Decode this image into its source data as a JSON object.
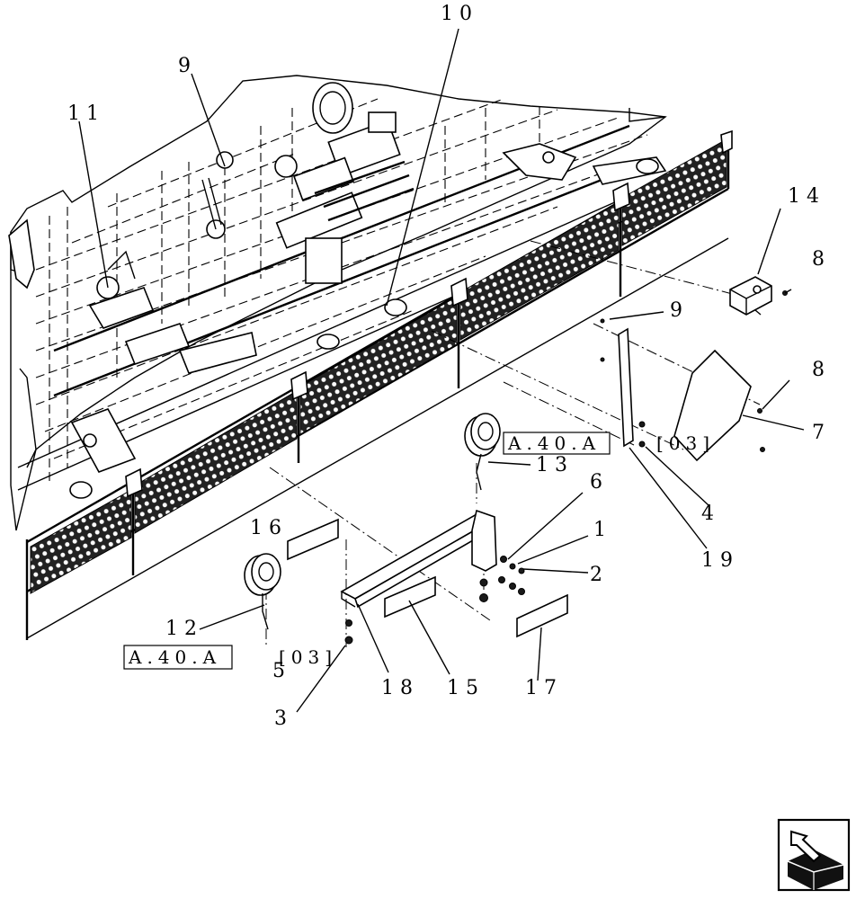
{
  "callouts": {
    "c1": "1",
    "c2": "2",
    "c3": "3",
    "c4": "4",
    "c5": "5",
    "c6": "6",
    "c7": "7",
    "c8a": "8",
    "c8b": "8",
    "c9a": "9",
    "c9b": "9",
    "c10": "10",
    "c11": "11",
    "c12": "12",
    "c13": "13",
    "c14": "14",
    "c15": "15",
    "c16": "16",
    "c17": "17",
    "c18": "18",
    "c19": "19"
  },
  "refs": {
    "upper": {
      "code": "A.40.A",
      "bracket": "[03]"
    },
    "lower": {
      "code": "A.40.A",
      "bracket": "[03]"
    }
  },
  "nav": {
    "icon": "return-arrow-icon"
  }
}
